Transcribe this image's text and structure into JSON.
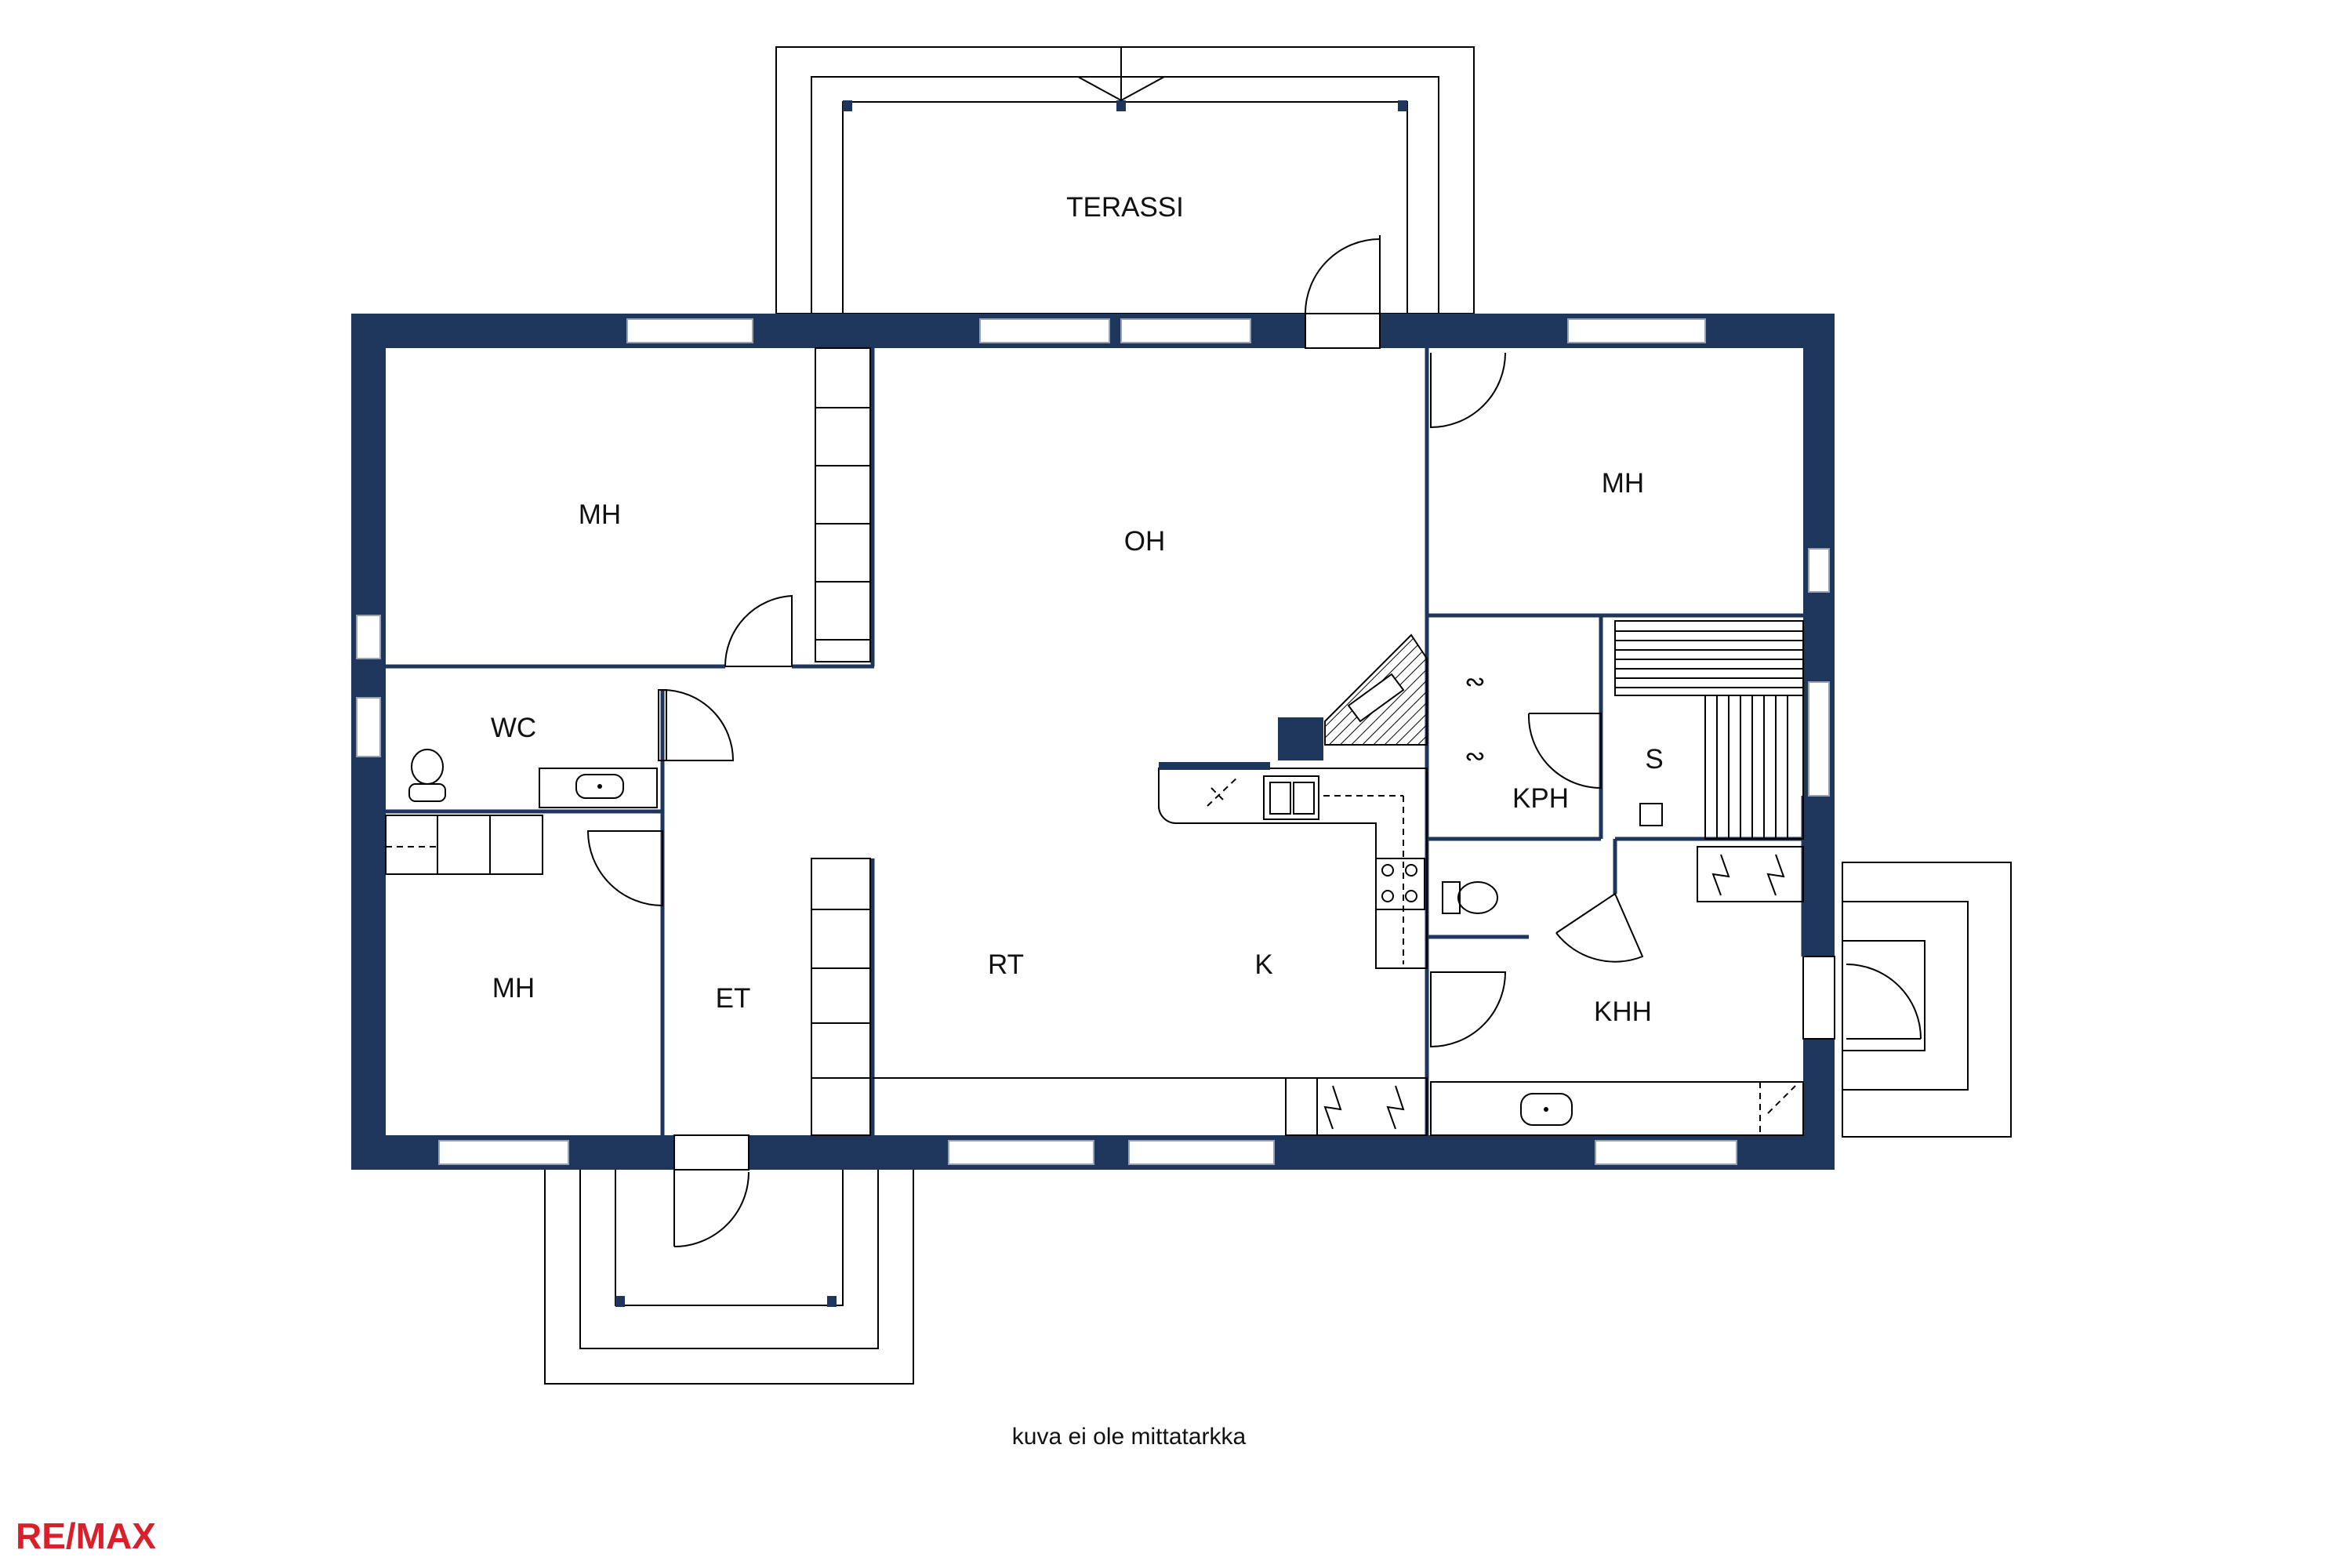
{
  "rooms": {
    "terassi": "TERASSI",
    "mh_top_left": "MH",
    "oh": "OH",
    "mh_top_right": "MH",
    "wc": "WC",
    "kph": "KPH",
    "s": "S",
    "mh_bottom_left": "MH",
    "et": "ET",
    "rt": "RT",
    "k": "K",
    "khh": "KHH"
  },
  "caption": "kuva ei ole mittatarkka",
  "brand": {
    "logo_text": "RE/MAX",
    "color": "#d8202c"
  },
  "colors": {
    "wall": "#1f365c",
    "background": "#ffffff"
  }
}
